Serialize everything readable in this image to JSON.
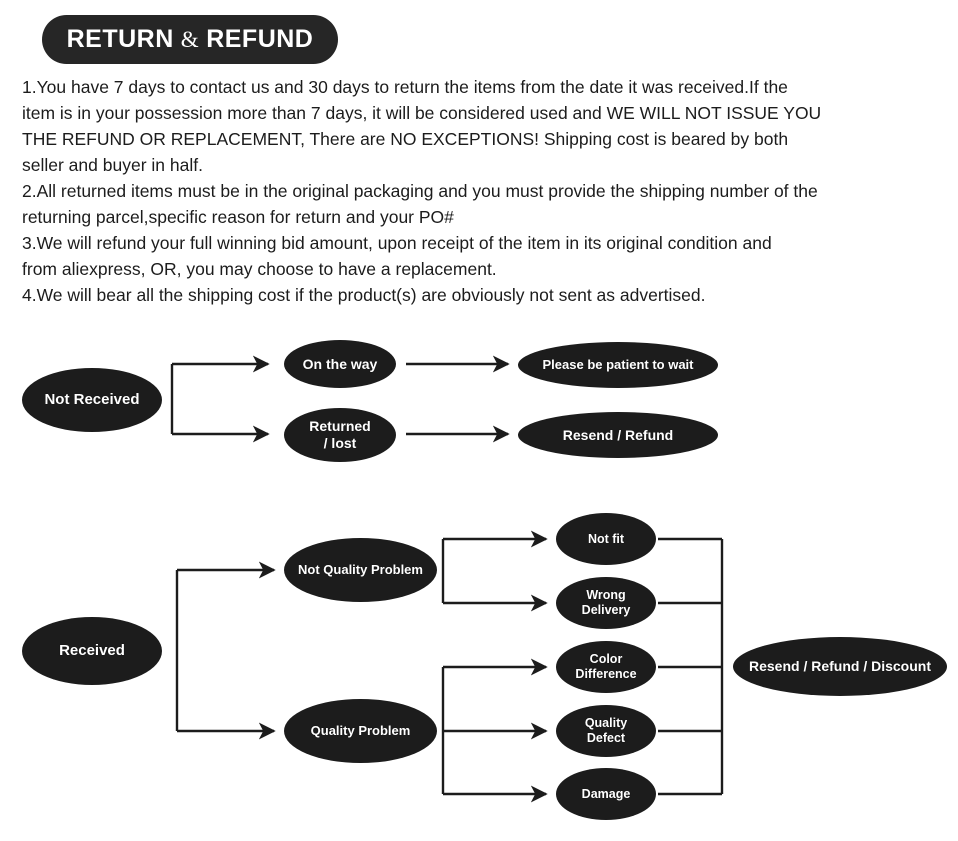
{
  "title": {
    "left": "RETURN",
    "amp": "&",
    "right": "REFUND"
  },
  "policy": {
    "lines": [
      "1.You have 7 days to contact us and 30 days to return the items from the date it was received.If the",
      "item is in your possession more than 7 days, it will be considered used and WE WILL NOT ISSUE YOU",
      "THE REFUND OR REPLACEMENT, There are NO EXCEPTIONS! Shipping cost is beared by both",
      "seller and buyer in half.",
      "2.All returned items must be in the original packaging and you must provide the shipping number of the",
      "returning parcel,specific reason for return and your PO#",
      "3.We will refund your full winning bid amount, upon receipt of the item in its original condition and",
      "from aliexpress, OR, you may choose to have a replacement.",
      "4.We will bear all the shipping cost if the product(s) are obviously not sent as advertised."
    ]
  },
  "flow_not_received": {
    "root": "Not Received",
    "branches": [
      {
        "cause": "On the way",
        "outcome": "Please be patient to wait"
      },
      {
        "cause": "Returned\n/   lost",
        "outcome": "Resend / Refund"
      }
    ]
  },
  "flow_received": {
    "root": "Received",
    "categories": [
      {
        "name": "Not Quality Problem",
        "reasons": [
          "Not fit",
          "Wrong\nDelivery"
        ]
      },
      {
        "name": "Quality Problem",
        "reasons": [
          "Color\nDifference",
          "Quality\nDefect",
          "Damage"
        ]
      }
    ],
    "outcome": "Resend / Refund / Discount"
  },
  "colors": {
    "node_fill": "#1c1c1c",
    "node_text": "#ffffff",
    "line": "#1c1c1c",
    "background": "#ffffff",
    "body_text": "#1c1c1c"
  }
}
